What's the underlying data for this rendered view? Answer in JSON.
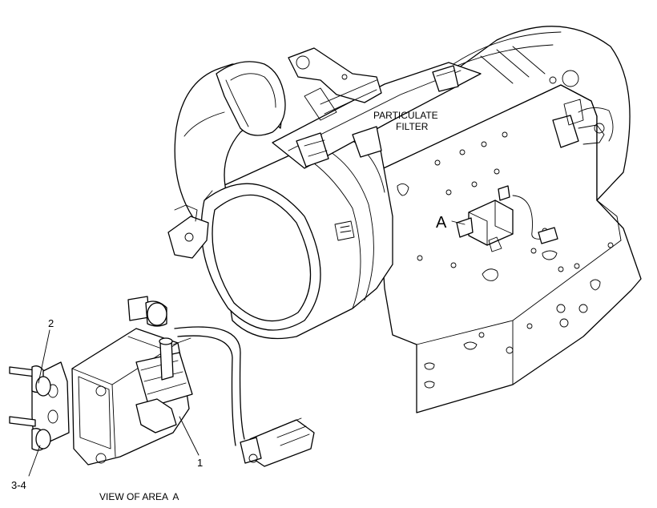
{
  "labels": {
    "particulate_line1": "PARTICULATE",
    "particulate_line2": "FILTER",
    "area_marker": "A",
    "callout_1": "1",
    "callout_2": "2",
    "callout_3_4": "3-4",
    "view_caption": "VIEW OF AREA  A"
  }
}
